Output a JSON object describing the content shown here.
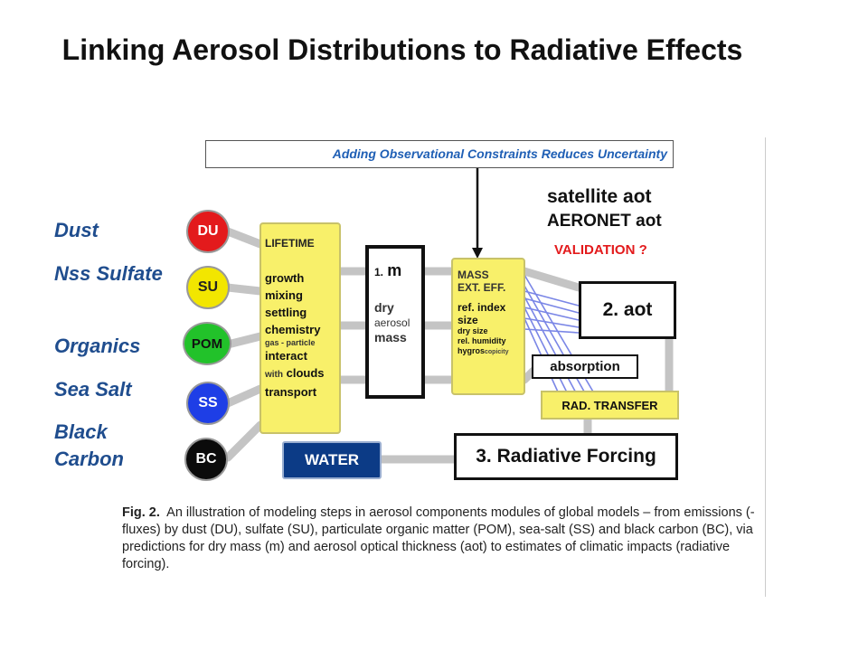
{
  "title": "Linking Aerosol Distributions to Radiative Effects",
  "callout": "Adding Observational Constraints Reduces Uncertainty",
  "legend": {
    "dust": "Dust",
    "nss_sulfate": "Nss Sulfate",
    "organics": "Organics",
    "sea_salt": "Sea Salt",
    "black_carbon": "Black Carbon"
  },
  "components": {
    "du": "DU",
    "su": "SU",
    "pom": "POM",
    "ss": "SS",
    "bc": "BC"
  },
  "lifetime": {
    "header": "LIFETIME",
    "growth": "growth",
    "mixing": "mixing",
    "settling": "settling",
    "chemistry": "chemistry",
    "gas_particle": "gas - particle",
    "interact": "interact",
    "with": "with",
    "clouds": "clouds",
    "transport": "transport"
  },
  "m_box": {
    "num": "1.",
    "m": "m",
    "dry": "dry",
    "aerosol": "aerosol",
    "mass": "mass"
  },
  "mass_box": {
    "mass": "MASS",
    "ext_eff": "EXT. EFF.",
    "ref_index": "ref. index",
    "size": "size",
    "dry_size": "dry size",
    "rel_humidity": "rel. humidity",
    "hygros": "hygros",
    "copicity": "copicity"
  },
  "satellite_aot": "satellite aot",
  "aeronet_aot": "AERONET aot",
  "validation": "VALIDATION ?",
  "aot_box": "2. aot",
  "absorption": "absorption",
  "rad_transfer": "RAD. TRANSFER",
  "radiative_forcing": "3. Radiative Forcing",
  "water": "WATER",
  "caption": {
    "fig": "Fig. 2.",
    "text": "An illustration of modeling steps in aerosol components modules of global models – from emissions (-fluxes) by dust (DU), sulfate (SU), particulate organic matter (POM), sea-salt (SS) and black carbon (BC), via predictions for dry mass (m) and aerosol optical thickness (aot) to estimates of climatic impacts (radiative forcing)."
  },
  "colors": {
    "du": "#e31a1c",
    "su": "#f2e600",
    "pom": "#22c22a",
    "ss": "#1e3ee6",
    "bc": "#0b0b0b",
    "box_yellow": "#f8f06a",
    "water_blue": "#0c3b86",
    "legend_text": "#1f4d8e",
    "validation_red": "#e31a1c"
  }
}
